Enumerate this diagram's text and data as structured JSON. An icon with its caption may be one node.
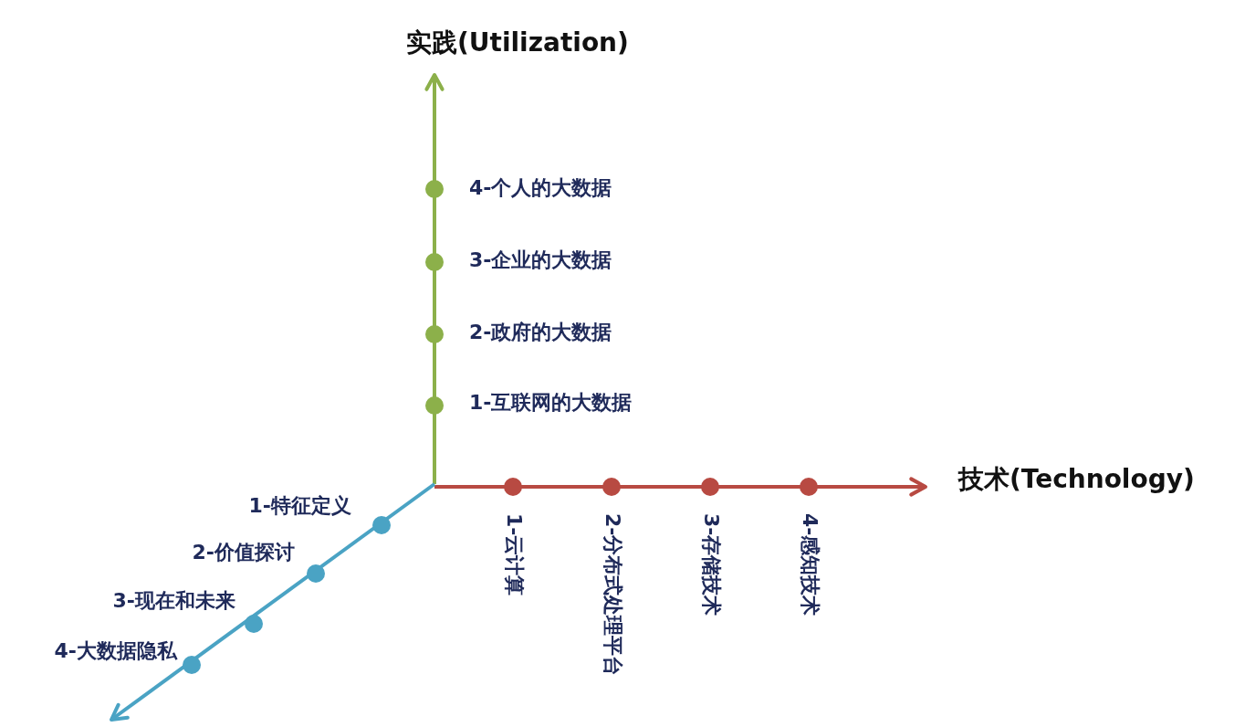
{
  "diagram": {
    "labels": [
      "实践(Utilization)",
      "4-个人的大数据",
      "3-企业的大数据",
      "2-政府的大数据",
      "1-互联网的大数据",
      "技术(Technology)",
      "1-特征定义",
      "2-价值探讨",
      "3-现在和未来",
      "4-大数据隐私",
      "1-云计算",
      "2-分布式处理平台",
      "3-存储技术",
      "4-感知技术"
    ]
  }
}
